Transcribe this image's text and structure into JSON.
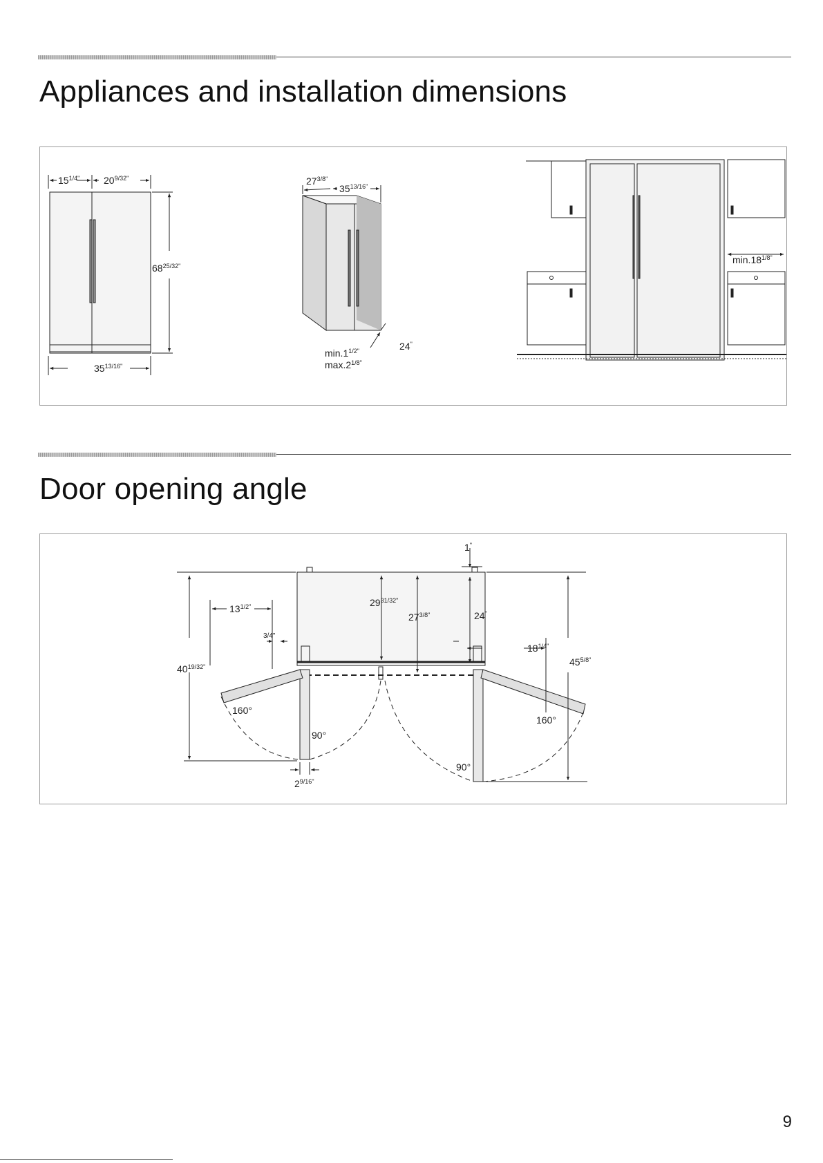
{
  "sections": {
    "dimensions": {
      "title": "Appliances and installation dimensions",
      "labels": {
        "front_left_width": "15",
        "front_left_width_frac": "1/4\"",
        "front_right_width": "20",
        "front_right_width_frac": "9/32\"",
        "front_height": "68",
        "front_height_frac": "25/32\"",
        "front_total_width": "35",
        "front_total_width_frac": "13/16\"",
        "persp_depth": "27",
        "persp_depth_frac": "3/8\"",
        "persp_width": "35",
        "persp_width_frac": "13/16\"",
        "persp_gap_min": "min.1",
        "persp_gap_min_frac": "1/2\"",
        "persp_gap_max": "max.2",
        "persp_gap_max_frac": "1/8\"",
        "persp_side": "24",
        "persp_side_unit": "\"",
        "kitchen_min": "min.18",
        "kitchen_min_frac": "1/8\""
      }
    },
    "door_angle": {
      "title": "Door opening angle",
      "labels": {
        "top_gap": "1",
        "top_gap_unit": "\"",
        "left_swing": "13",
        "left_swing_frac": "1/2\"",
        "depth_a": "29",
        "depth_a_frac": "31/32\"",
        "depth_b": "27",
        "depth_b_frac": "3/8\"",
        "depth_c": "24",
        "depth_c_unit": "\"",
        "hinge_offset": "3/4\"",
        "right_swing": "18",
        "right_swing_frac": "1/4\"",
        "left_total": "40",
        "left_total_frac": "19/32\"",
        "right_total": "45",
        "right_total_frac": "5/8\"",
        "angle_left_160": "160°",
        "angle_left_90": "90°",
        "angle_right_160": "160°",
        "angle_right_90": "90°",
        "bottom_offset": "2",
        "bottom_offset_frac": "9/16\""
      }
    }
  },
  "page_number": "9"
}
